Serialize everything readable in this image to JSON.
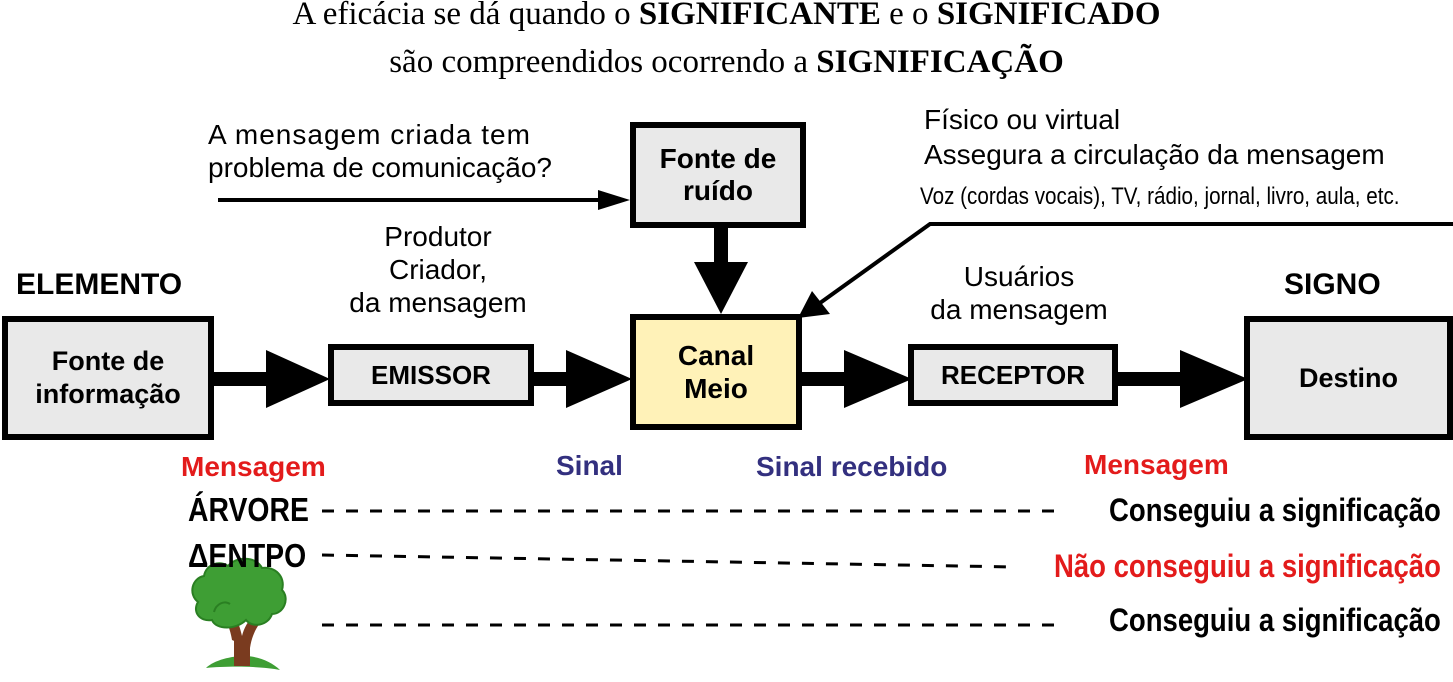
{
  "title": {
    "line1_a": "A eficácia se dá quando o ",
    "line1_b": "SIGNIFICANTE",
    "line1_c": " e o ",
    "line1_d": "SIGNIFICADO",
    "line2_a": "são compreendidos ocorrendo a ",
    "line2_b": "SIGNIFICAÇÃO"
  },
  "question": {
    "line1": "A mensagem criada tem",
    "line2": "problema de comunicação?"
  },
  "noise_box": {
    "line1": "Fonte de",
    "line2": "ruído"
  },
  "channel_info": {
    "line1": "Físico ou virtual",
    "line2": "Assegura a circulação da mensagem",
    "line3": "Voz (cordas vocais), TV, rádio, jornal, livro, aula, etc."
  },
  "producer": {
    "line1": "Produtor",
    "line2": "Criador,",
    "line3": "da mensagem"
  },
  "users": {
    "line1": "Usuários",
    "line2": "da mensagem"
  },
  "headings": {
    "element": "ELEMENTO",
    "sign": "SIGNO"
  },
  "boxes": {
    "source_line1": "Fonte de",
    "source_line2": "informação",
    "emitter": "EMISSOR",
    "canal_line1": "Canal",
    "canal_line2": "Meio",
    "receiver": "RECEPTOR",
    "destination": "Destino"
  },
  "signals": {
    "message_left": "Mensagem",
    "signal": "Sinal",
    "signal_received": "Sinal recebido",
    "message_right": "Mensagem"
  },
  "examples": [
    {
      "word": "ÁRVORE",
      "result": "Conseguiu a significação",
      "success": true
    },
    {
      "word": "ΔΕΝΤΡΟ",
      "result": "Não conseguiu a significação",
      "success": false
    },
    {
      "word": "",
      "result": "Conseguiu a significação",
      "success": true,
      "icon": "tree-icon"
    }
  ],
  "colors": {
    "message": "#e31b1b",
    "signal": "#33307f",
    "canal_fill": "#fff2b8",
    "box_fill": "#e9e9e9",
    "tree_green": "#3e9e34",
    "trunk": "#7a3b1f"
  }
}
